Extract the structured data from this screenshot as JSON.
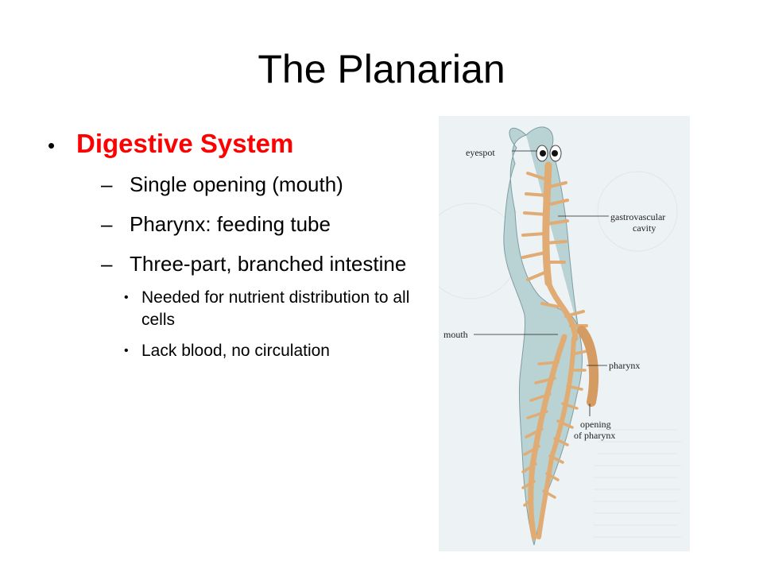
{
  "slide": {
    "title": "The Planarian",
    "heading": "Digestive System",
    "points": [
      "Single opening (mouth)",
      "Pharynx:  feeding tube",
      "Three-part, branched intestine"
    ],
    "subpoints": [
      "Needed for nutrient distribution to all cells",
      "Lack blood, no circulation"
    ],
    "bullet_symbol": "•",
    "dash_symbol": "–",
    "heading_color": "#ff0000"
  },
  "figure": {
    "labels": {
      "eyespot": "eyespot",
      "gastro_1": "gastrovascular",
      "gastro_2": "cavity",
      "mouth": "mouth",
      "pharynx": "pharynx",
      "opening_1": "opening",
      "opening_2": "of pharynx"
    },
    "colors": {
      "background": "#eaf1f5",
      "body": "#b9d2d4",
      "gut": "#e2b27a"
    }
  }
}
